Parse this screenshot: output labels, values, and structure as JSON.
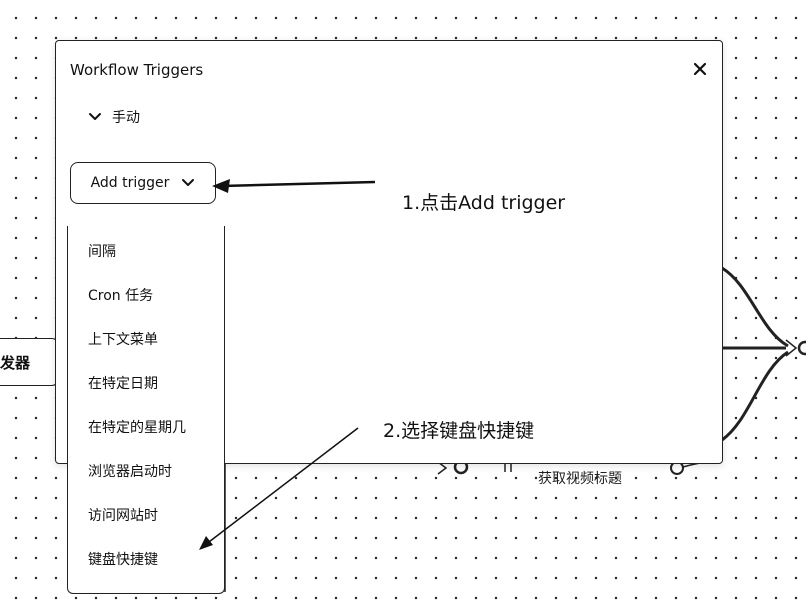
{
  "dialog": {
    "title": "Workflow Triggers",
    "section_label": "手动",
    "add_trigger_label": "Add trigger"
  },
  "trigger_menu": {
    "items": [
      "间隔",
      "Cron 任务",
      "上下文菜单",
      "在特定日期",
      "在特定的星期几",
      "浏览器启动时",
      "访问网站时",
      "键盘快捷键"
    ]
  },
  "canvas": {
    "left_node_label": "发器",
    "bottom_node_label": "获取视频标题"
  },
  "annotations": {
    "step1": "1.点击Add trigger",
    "step2": "2.选择键盘快捷键"
  },
  "icons": {
    "close": "close-icon",
    "chevron": "chevron-down-icon"
  }
}
